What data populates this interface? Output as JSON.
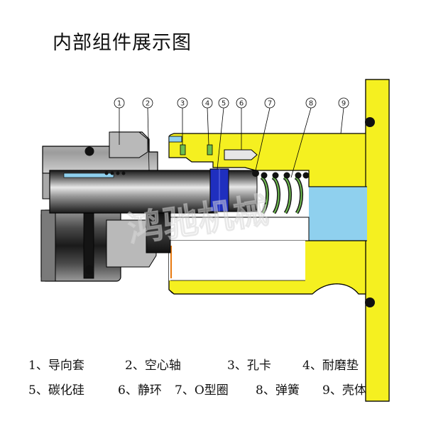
{
  "title": "内部组件展示图",
  "watermark": "鸿驰机械",
  "callouts": [
    "1",
    "2",
    "3",
    "4",
    "5",
    "6",
    "7",
    "8",
    "9"
  ],
  "legend": {
    "row1": [
      "1、导向套",
      "2、空心轴",
      "3、孔卡",
      "4、耐磨垫"
    ],
    "row2": [
      "5、碳化硅",
      "6、静环",
      "7、O型圈",
      "8、弹簧",
      "9、壳体"
    ]
  },
  "colors": {
    "housing_yellow": "#f5f020",
    "hollow_blue": "#8fd0ee",
    "silicon_carbide_blue": "#1f2fbf",
    "steel_dark": "#2a2a2a",
    "steel_mid": "#8a8a8a",
    "steel_light": "#e4e4e4",
    "spring_green": "#6fbf4f",
    "outline_black": "#000000"
  }
}
